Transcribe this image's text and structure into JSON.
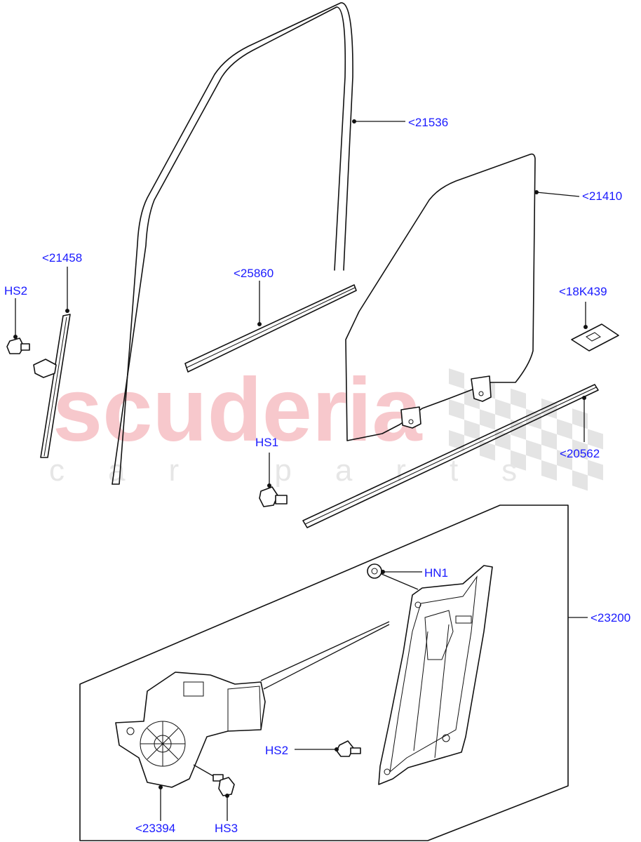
{
  "watermark": {
    "brand": "scuderia",
    "tagline": "car parts"
  },
  "callouts": {
    "door_run_channel": "<21536",
    "door_glass": "<21410",
    "glass_run_rear": "<21458",
    "belt_weatherstrip_inner": "<25860",
    "label_18k439": "<18K439",
    "belt_weatherstrip_outer": "<20562",
    "window_regulator_assembly": "<23200",
    "regulator_motor": "<23394",
    "hs2_top": "HS2",
    "hs1": "HS1",
    "hn1": "HN1",
    "hs2_bottom": "HS2",
    "hs3": "HS3"
  },
  "colors": {
    "callout_text": "#1a1aff",
    "watermark_red": "#f7c8cc",
    "watermark_grey": "#e6e6e6",
    "line": "#111111"
  }
}
